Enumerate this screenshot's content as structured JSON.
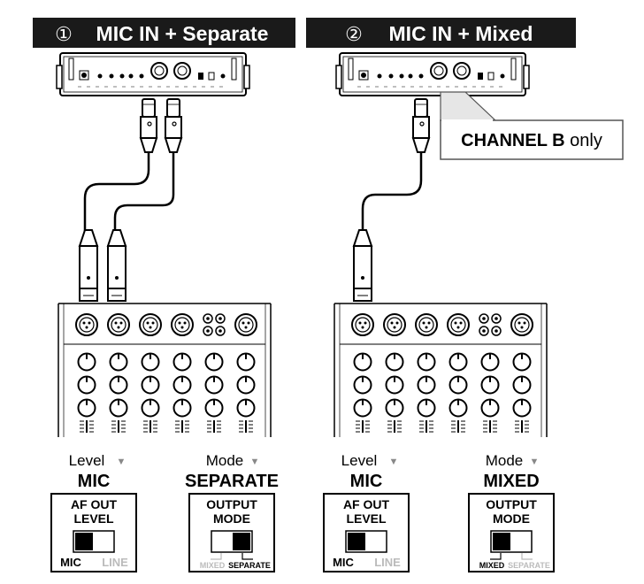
{
  "panels": [
    {
      "number": "①",
      "title": "MIC IN + Separate",
      "level_label": "Level",
      "level_value": "MIC",
      "mode_label": "Mode",
      "mode_value": "SEPARATE",
      "level_switch": {
        "title_line1": "AF OUT",
        "title_line2": "LEVEL",
        "left": "MIC",
        "right": "LINE",
        "active": "left"
      },
      "mode_switch": {
        "title_line1": "OUTPUT",
        "title_line2": "MODE",
        "left": "MIXED",
        "right": "SEPARATE",
        "active": "right"
      }
    },
    {
      "number": "②",
      "title": "MIC IN + Mixed",
      "level_label": "Level",
      "level_value": "MIC",
      "mode_label": "Mode",
      "mode_value": "MIXED",
      "level_switch": {
        "title_line1": "AF OUT",
        "title_line2": "LEVEL",
        "left": "MIC",
        "right": "LINE",
        "active": "left"
      },
      "mode_switch": {
        "title_line1": "OUTPUT",
        "title_line2": "MODE",
        "left": "MIXED",
        "right": "SEPARATE",
        "active": "left"
      }
    }
  ],
  "callout": {
    "bold": "CHANNEL B",
    "rest": " only"
  },
  "arrow_glyph": "▼"
}
